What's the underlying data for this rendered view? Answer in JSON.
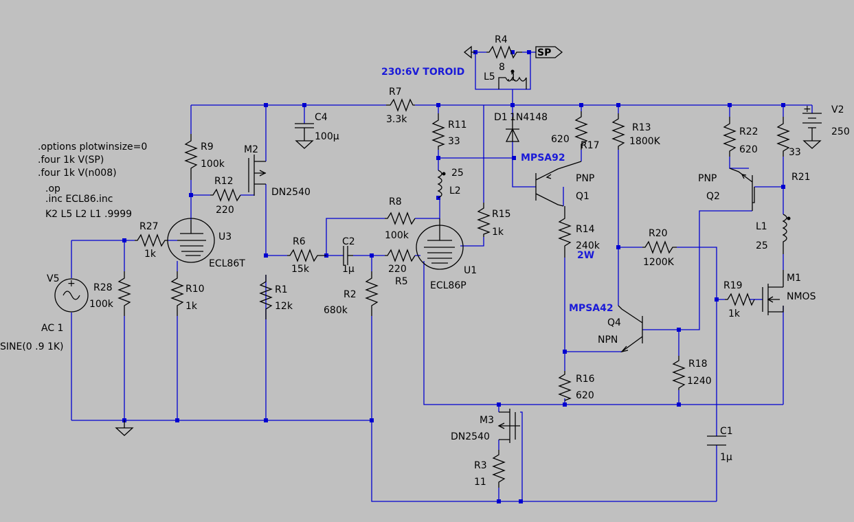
{
  "directives": [
    ".options plotwinsize=0",
    ".four 1k V(SP)",
    ".four 1k V(n008)",
    ".op",
    ".inc ECL86.inc",
    "K2 L5 L2 L1 .9999"
  ],
  "notes": {
    "toroid": "230:6V TOROID",
    "q3_part": "MPSA92",
    "q4_part": "MPSA42",
    "r14_power": "2W"
  },
  "nets": {
    "sp": "SP"
  },
  "components": {
    "R1": {
      "name": "R1",
      "value": "12k"
    },
    "R2": {
      "name": "R2",
      "value": "680k"
    },
    "R3": {
      "name": "R3",
      "value": "11"
    },
    "R4": {
      "name": "R4",
      "value": "8"
    },
    "R5": {
      "name": "R5",
      "value": "220"
    },
    "R6": {
      "name": "R6",
      "value": "15k"
    },
    "R7": {
      "name": "R7",
      "value": "3.3k"
    },
    "R8": {
      "name": "R8",
      "value": "100k"
    },
    "R9": {
      "name": "R9",
      "value": "100k"
    },
    "R10": {
      "name": "R10",
      "value": "1k"
    },
    "R11": {
      "name": "R11",
      "value": "33"
    },
    "R12": {
      "name": "R12",
      "value": "220"
    },
    "R13": {
      "name": "R13",
      "value": "1800K"
    },
    "R14": {
      "name": "R14",
      "value": "240k"
    },
    "R15": {
      "name": "R15",
      "value": "1k"
    },
    "R16": {
      "name": "R16",
      "value": "620"
    },
    "R17": {
      "name": "R17",
      "value": "620"
    },
    "R18": {
      "name": "R18",
      "value": "1240"
    },
    "R19": {
      "name": "R19",
      "value": "1k"
    },
    "R20": {
      "name": "R20",
      "value": "1200K"
    },
    "R21": {
      "name": "R21",
      "value": "33"
    },
    "R22": {
      "name": "R22",
      "value": "620"
    },
    "R27": {
      "name": "R27",
      "value": "1k"
    },
    "R28": {
      "name": "R28",
      "value": "100k"
    },
    "C1": {
      "name": "C1",
      "value": "1µ"
    },
    "C2": {
      "name": "C2",
      "value": "1µ"
    },
    "C4": {
      "name": "C4",
      "value": "100µ"
    },
    "L1": {
      "name": "L1",
      "value": "25"
    },
    "L2": {
      "name": "L2",
      "value": "25"
    },
    "L5": {
      "name": "L5",
      "value": ".1"
    },
    "D1": {
      "name": "D1",
      "value": "1N4148"
    },
    "Q1": {
      "name": "Q1",
      "type": "PNP"
    },
    "Q2": {
      "name": "Q2",
      "type": "PNP"
    },
    "Q4": {
      "name": "Q4",
      "type": "NPN"
    },
    "M1": {
      "name": "M1",
      "value": "NMOS"
    },
    "M2": {
      "name": "M2",
      "value": "DN2540"
    },
    "M3": {
      "name": "M3",
      "value": "DN2540"
    },
    "U1": {
      "name": "U1",
      "value": "ECL86P"
    },
    "U3": {
      "name": "U3",
      "value": "ECL86T"
    },
    "V2": {
      "name": "V2",
      "value": "250"
    },
    "V5": {
      "name": "V5",
      "ac": "AC 1",
      "sine": "SINE(0 .9 1K)"
    }
  }
}
